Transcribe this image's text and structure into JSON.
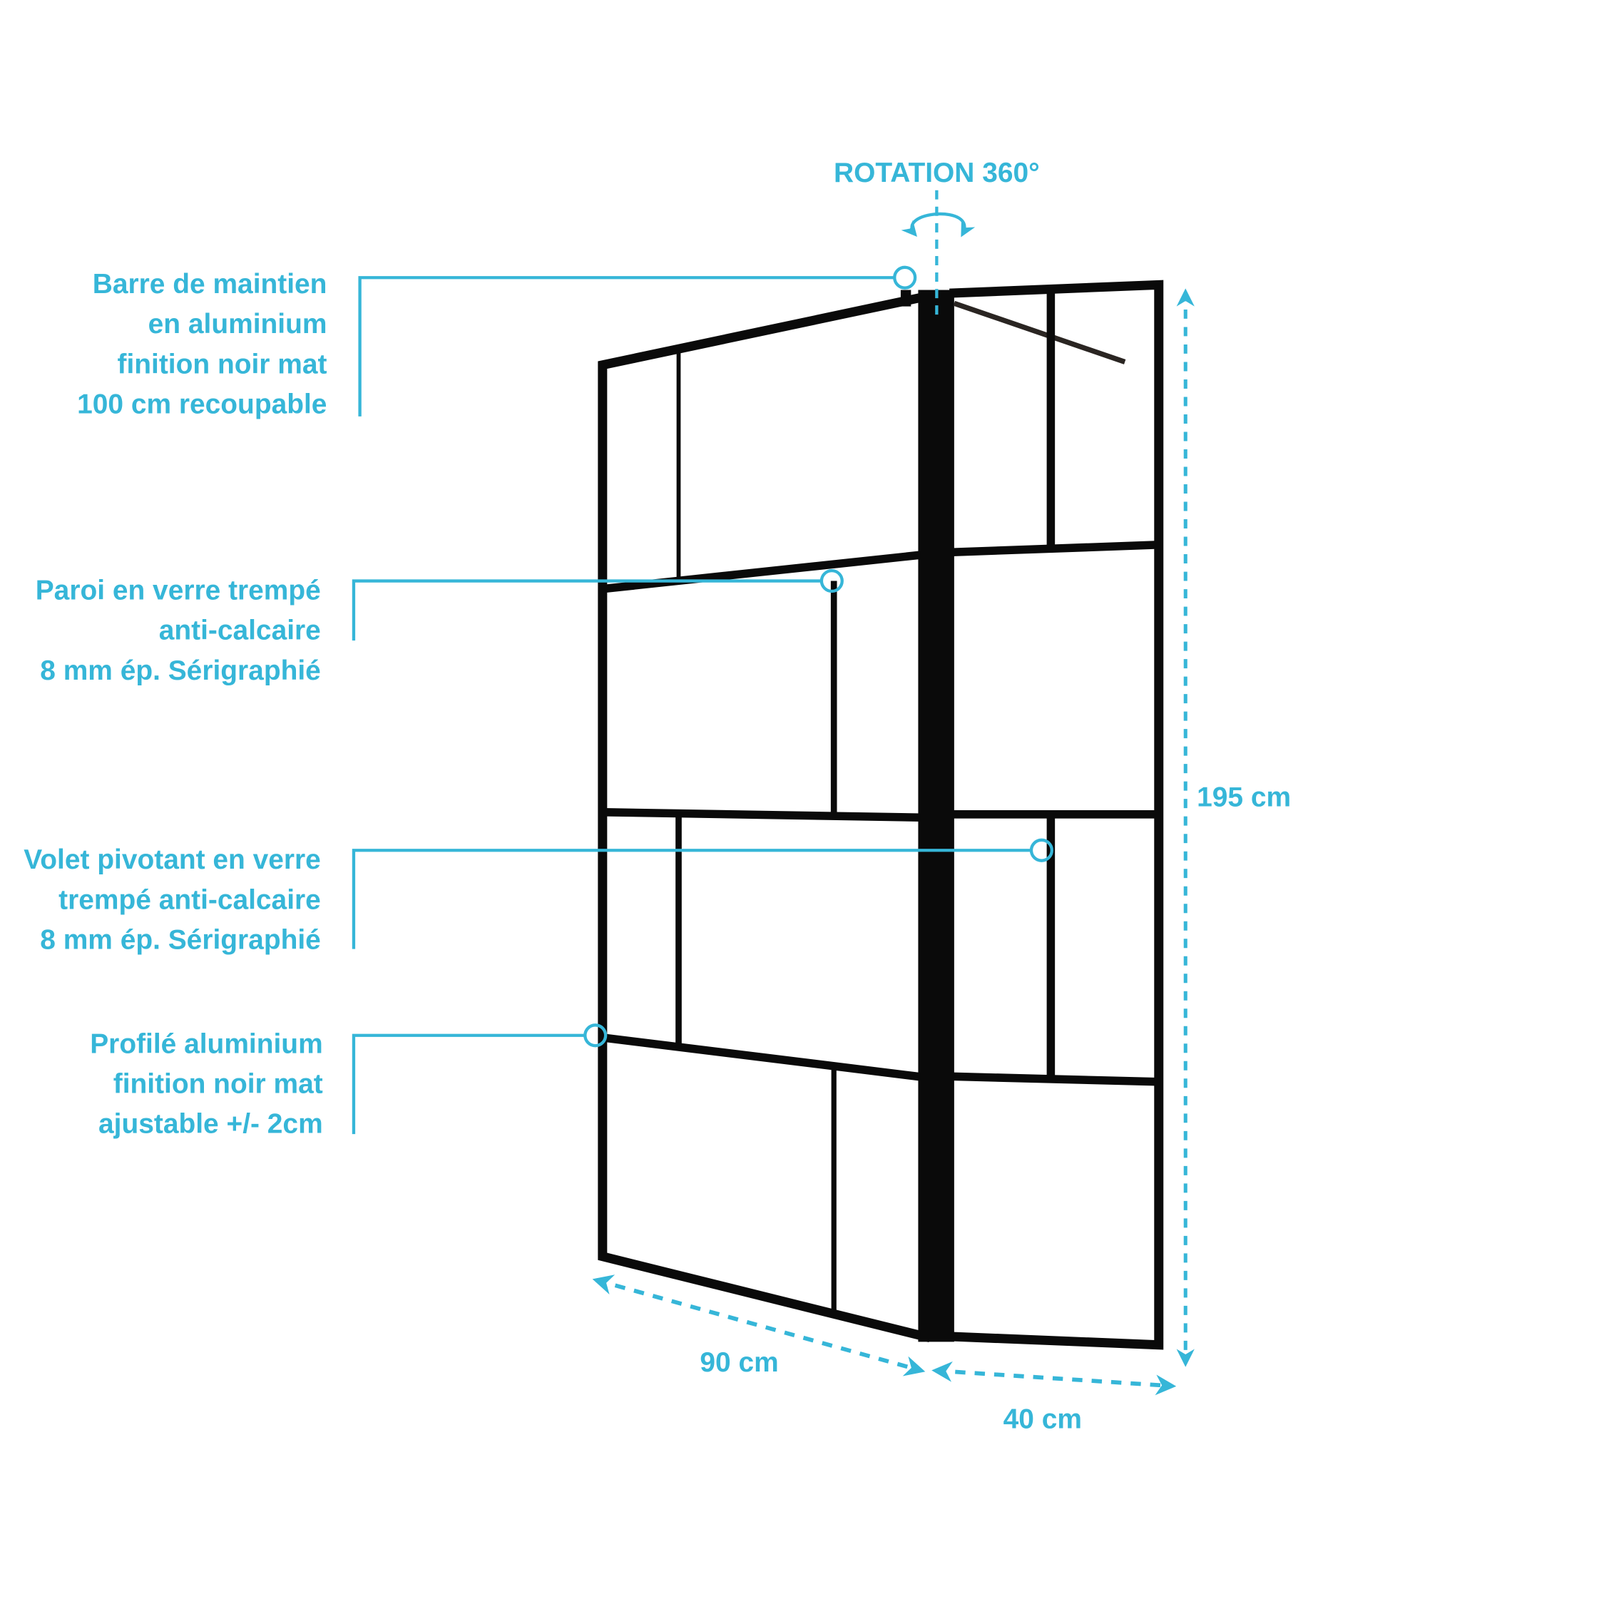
{
  "rotation_label": "ROTATION 360°",
  "callouts": [
    {
      "lines": [
        "Barre de maintien",
        "en aluminium",
        "finition noir mat",
        "100 cm recoupable"
      ]
    },
    {
      "lines": [
        "Paroi en verre trempé",
        "anti-calcaire",
        "8 mm ép. Sérigraphié"
      ]
    },
    {
      "lines": [
        "Volet pivotant en verre",
        "trempé anti-calcaire",
        "8 mm ép. Sérigraphié"
      ]
    },
    {
      "lines": [
        "Profilé aluminium",
        "finition noir mat",
        "ajustable +/- 2cm"
      ]
    }
  ],
  "dimensions": {
    "height": "195 cm",
    "width_main": "90 cm",
    "width_flap": "40 cm"
  },
  "colors": {
    "accent": "#36b6d8",
    "frame": "#0a0a0a"
  }
}
